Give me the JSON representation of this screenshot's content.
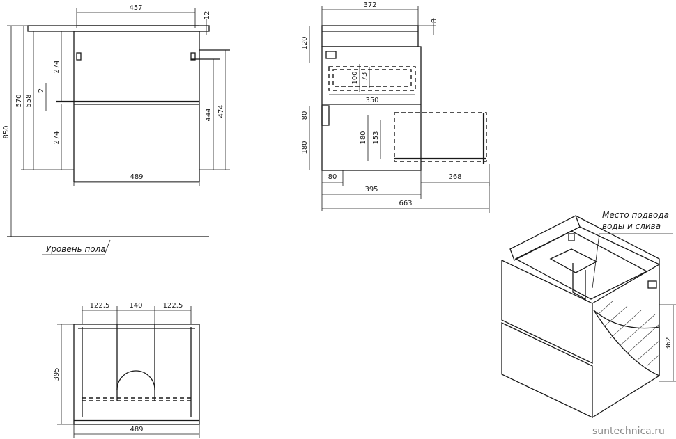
{
  "front_view": {
    "dims": {
      "top_width": "457",
      "top_thickness": "12",
      "total_height": "850",
      "height_570": "570",
      "height_558": "558",
      "upper_drawer": "274",
      "gap": "2",
      "lower_drawer": "274",
      "side_444": "444",
      "side_474": "474",
      "bottom_width": "489"
    },
    "floor_label": "Уровень пола"
  },
  "side_view": {
    "dims": {
      "top_depth": "372",
      "top_thickness": "8",
      "upper_120": "120",
      "inner_100": "100",
      "inner_73": "73",
      "drawer_350": "350",
      "lower_80": "80",
      "lower_180": "180",
      "inner_180": "180",
      "inner_153": "153",
      "base_80": "80",
      "extension_268": "268",
      "depth_395": "395",
      "total_663": "663"
    }
  },
  "top_view": {
    "dims": {
      "left_gap": "122.5",
      "center_gap": "140",
      "right_gap": "122.5",
      "depth": "395",
      "width": "489"
    }
  },
  "iso_view": {
    "note_line1": "Место подвода",
    "note_line2": "воды и слива",
    "height_362": "362"
  },
  "watermark": "suntechnica.ru"
}
